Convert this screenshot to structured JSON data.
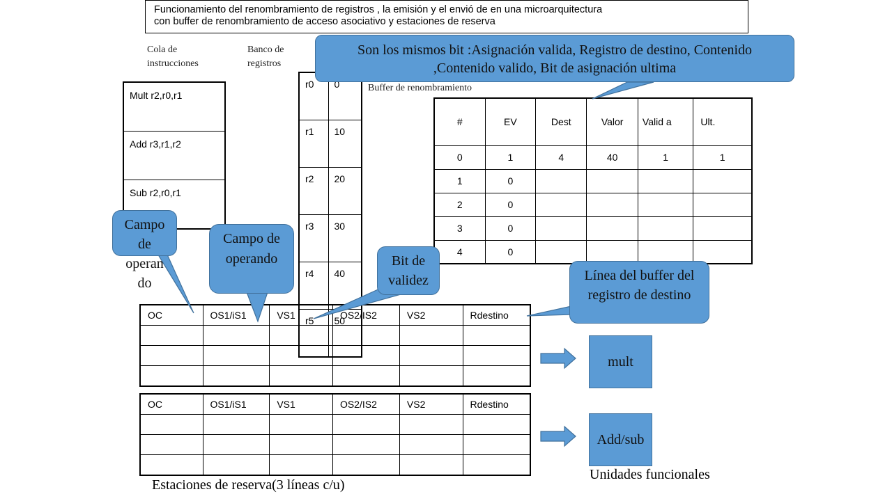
{
  "title": {
    "line1": "Funcionamiento del renombramiento de registros , la emisión y el envió de  en una microarquitectura",
    "line2": "con buffer de renombramiento de acceso asociativo y estaciones de reserva"
  },
  "labels": {
    "instr_queue_1": "Cola de",
    "instr_queue_2": "instrucciones",
    "reg_bank_1": "Banco de",
    "reg_bank_2": "registros",
    "rename_buffer": "Buffer de renombramiento",
    "reservation_stations": "Estaciones de reserva(3 líneas c/u)",
    "functional_units": "Unidades funcionales"
  },
  "instructions": [
    "Mult r2,r0,r1",
    "Add r3,r1,r2",
    "Sub r2,r0,r1"
  ],
  "registers": [
    {
      "name": "r0",
      "value": "0"
    },
    {
      "name": "r1",
      "value": "10"
    },
    {
      "name": "r2",
      "value": "20"
    },
    {
      "name": "r3",
      "value": "30"
    },
    {
      "name": "r4",
      "value": "40"
    },
    {
      "name": "r5",
      "value": "50"
    }
  ],
  "rename_buffer_table": {
    "headers": [
      "#",
      "EV",
      "Dest",
      "Valor",
      "Valid a",
      "Ult."
    ],
    "rows": [
      [
        "0",
        "1",
        "4",
        "40",
        "1",
        "1"
      ],
      [
        "1",
        "0",
        "",
        "",
        "",
        ""
      ],
      [
        "2",
        "0",
        "",
        "",
        "",
        ""
      ],
      [
        "3",
        "0",
        "",
        "",
        "",
        ""
      ],
      [
        "4",
        "0",
        "",
        "",
        "",
        ""
      ]
    ]
  },
  "reservation_station_headers": [
    "OC",
    "OS1/iS1",
    "VS1",
    "OS2/IS2",
    "VS2",
    "Rdestino"
  ],
  "units": {
    "mult": "mult",
    "addsub": "Add/sub"
  },
  "callouts": {
    "top_line1": "Son los mismos bit :Asignación valida, Registro de destino, Contenido",
    "top_line2": ",Contenido valido, Bit de asignación ultima",
    "campo_operando_1": "Campo de operan do",
    "campo_operando_2": "Campo de operando",
    "bit_validez": "Bit de validez",
    "linea_buffer": "Línea del buffer del registro de destino"
  },
  "colors": {
    "callout_fill": "#5b9bd5",
    "callout_border": "#41719c"
  }
}
